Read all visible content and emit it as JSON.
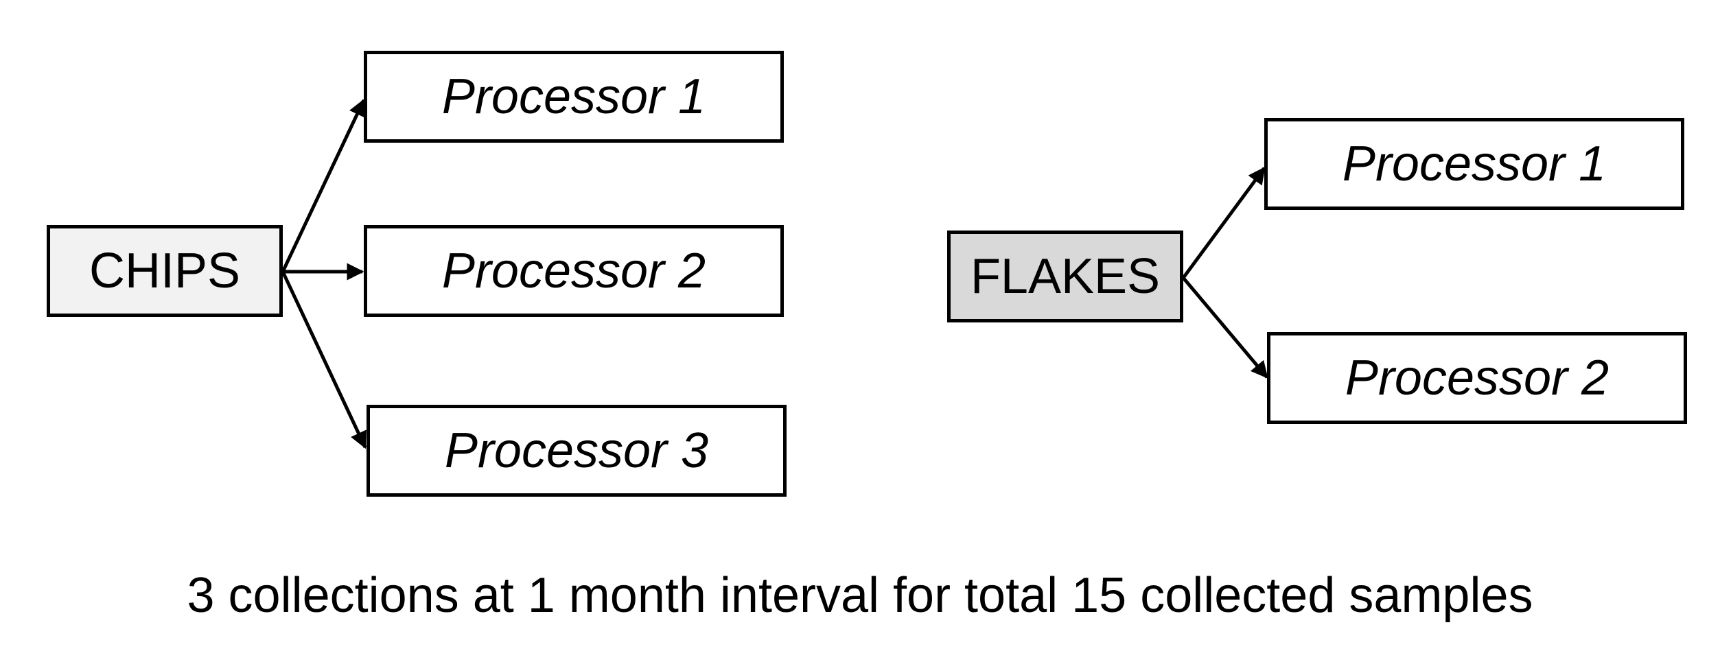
{
  "diagram": {
    "groups": [
      {
        "source": "CHIPS",
        "targets": [
          "Processor 1",
          "Processor 2",
          "Processor 3"
        ]
      },
      {
        "source": "FLAKES",
        "targets": [
          "Processor 1",
          "Processor 2"
        ]
      }
    ],
    "caption": "3 collections at 1 month interval for total 15 collected samples"
  }
}
